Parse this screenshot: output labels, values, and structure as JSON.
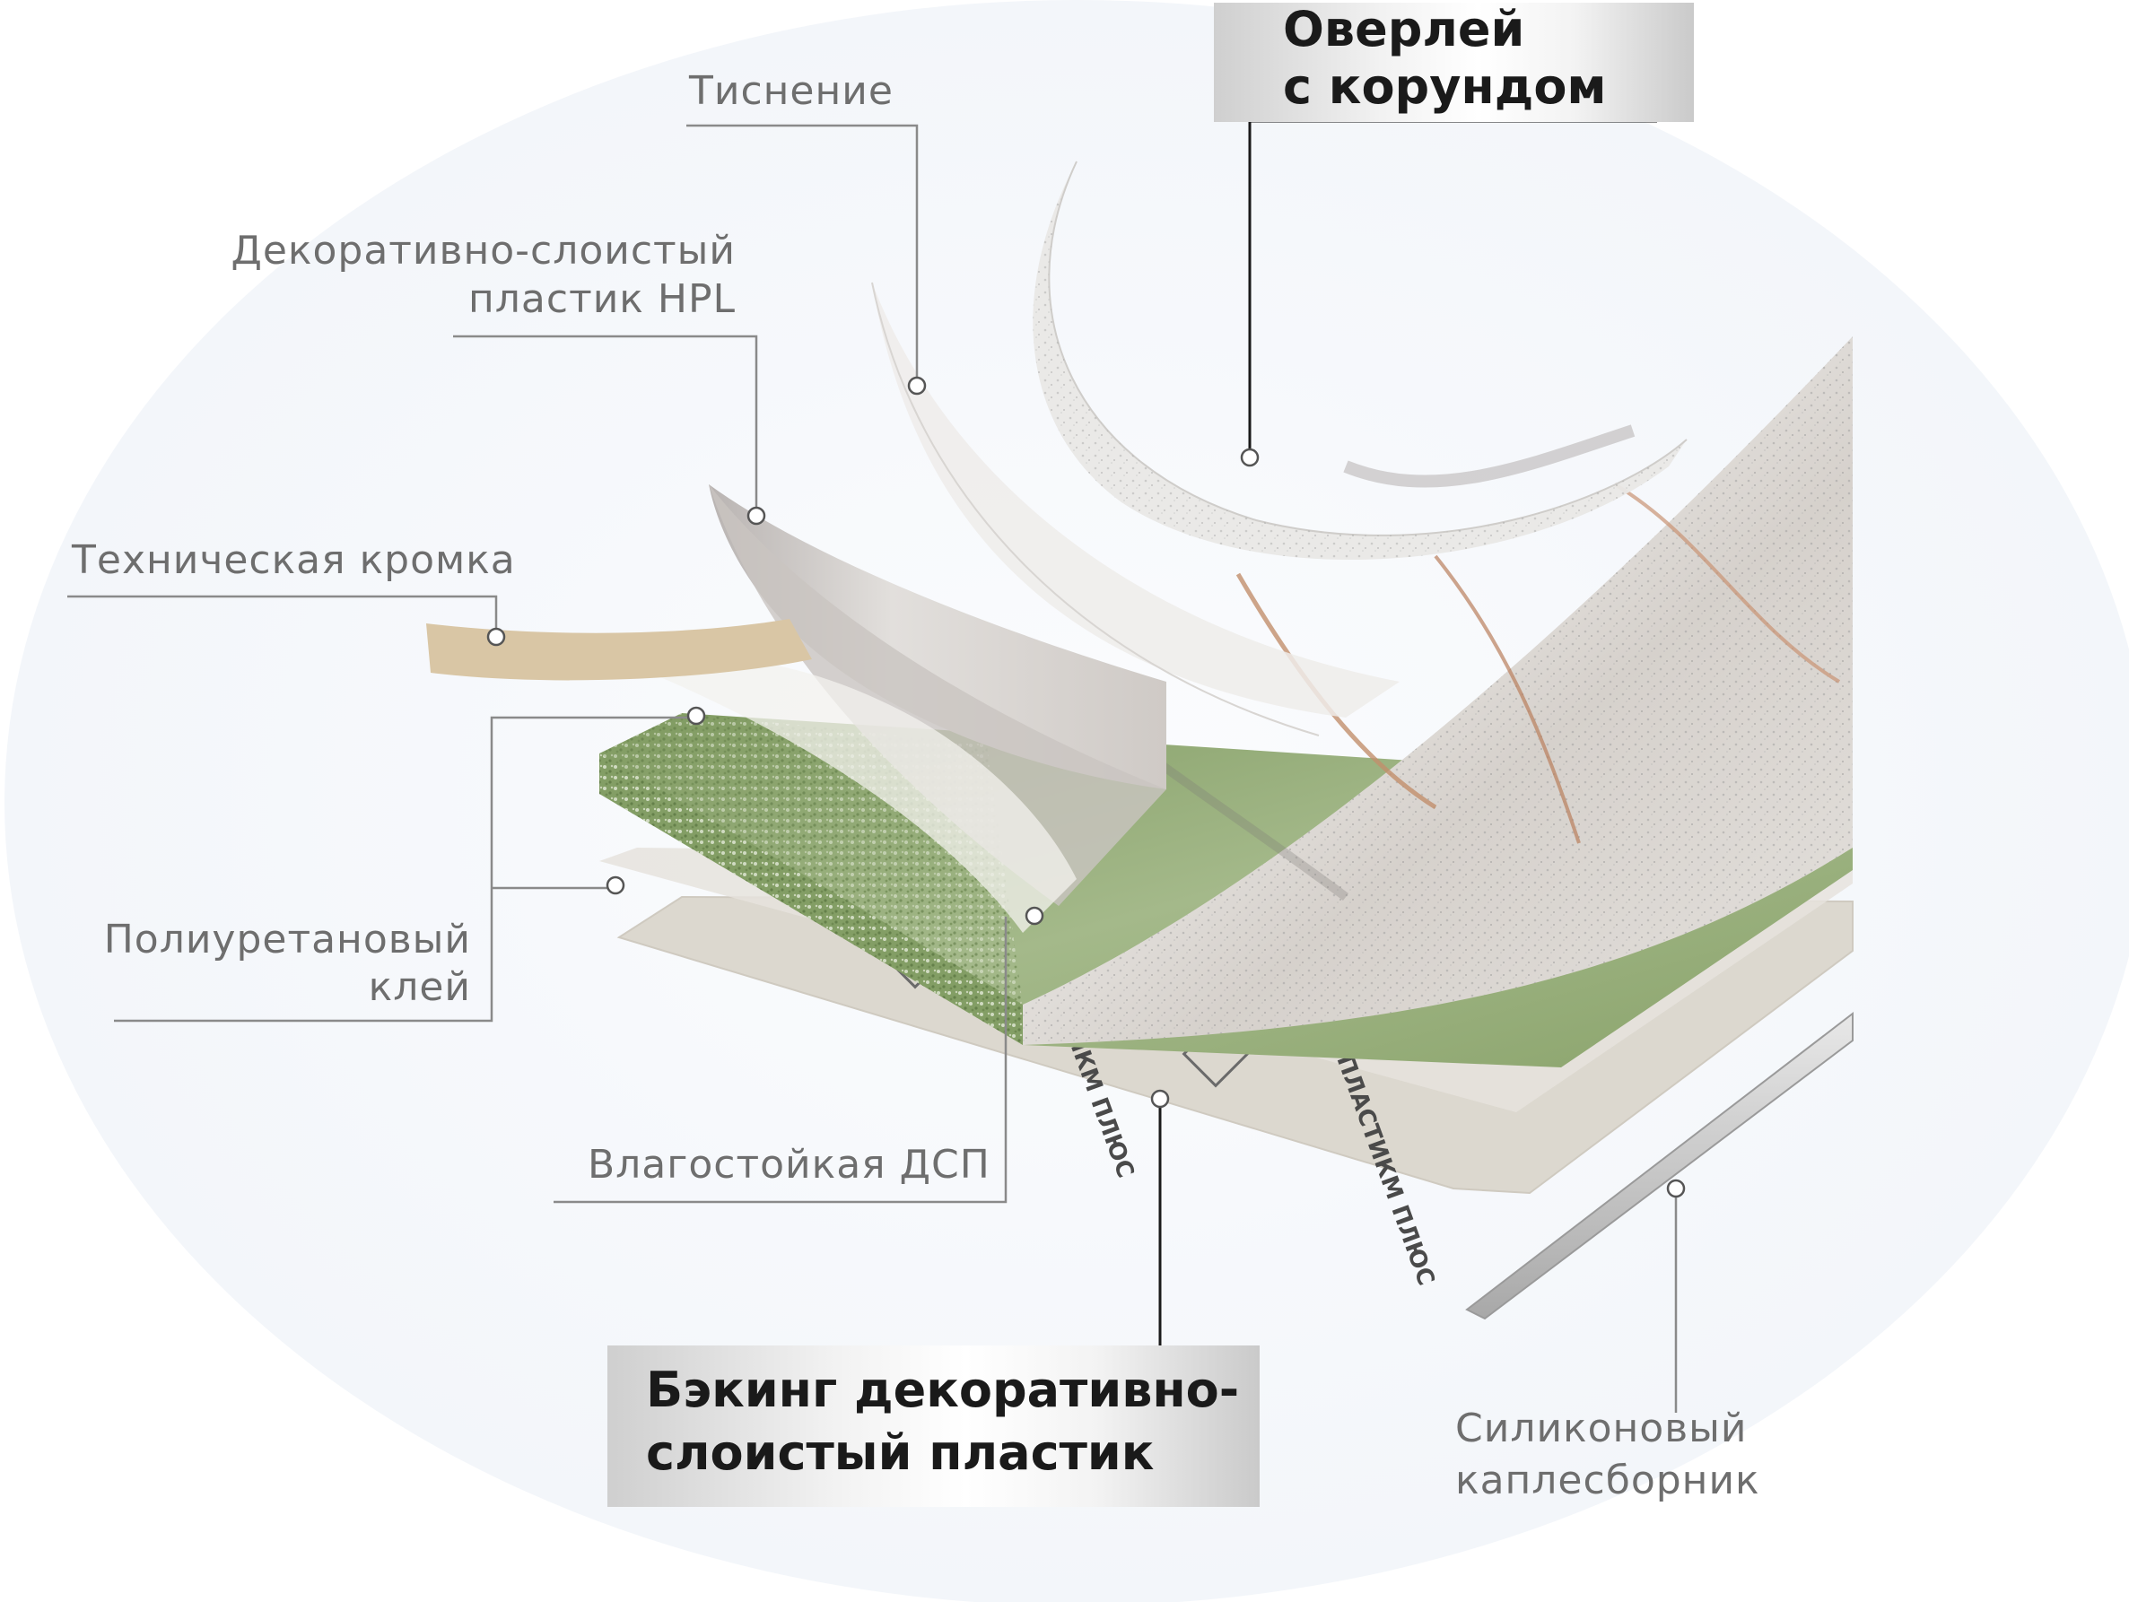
{
  "labels": {
    "embossing": "Тиснение",
    "hpl_line1": "Декоративно-слоистый",
    "hpl_line2": "пластик HPL",
    "tech_edge": "Техническая кромка",
    "glue_line1": "Полиуретановый",
    "glue_line2": "клей",
    "chipboard": "Влагостойкая ДСП",
    "drip_line1": "Силиконовый",
    "drip_line2": "каплесборник"
  },
  "highlights": {
    "overlay_line1": "Оверлей",
    "overlay_line2": "с корундом",
    "backing_line1": "Бэкинг декоративно-",
    "backing_line2": "слоистый пластик"
  },
  "sheet_stamp": "ПЛАСТИКМ ПЛЮС",
  "colors": {
    "label_text": "#6e6e6e",
    "leader_line": "#8a8a8a",
    "highlight_text": "#1a1a1a",
    "chipboard": "#8fa872",
    "marble": "#d9d6d2",
    "tech_edge": "#d9c6a5",
    "backing_sheet": "#dcd8cf",
    "background_circle": "#f6f9fc"
  }
}
